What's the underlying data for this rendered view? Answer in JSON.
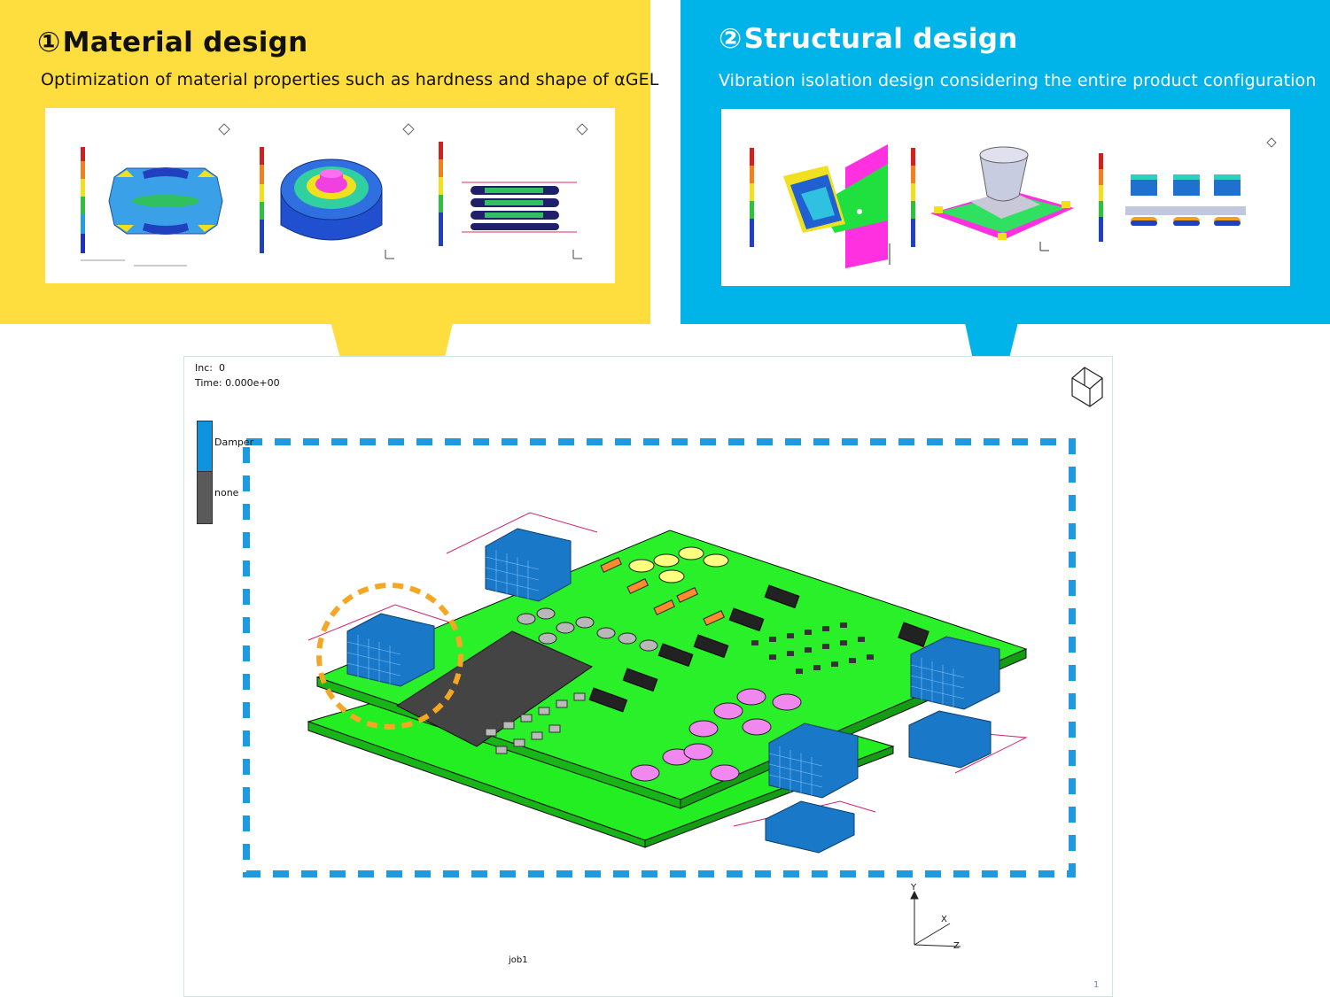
{
  "material": {
    "number": "①",
    "title": "Material design",
    "subtitle": "Optimization of material properties such as hardness and shape of αGEL",
    "color": "#FEDE3E"
  },
  "structural": {
    "number": "②",
    "title": "Structural design",
    "subtitle": "Vibration isolation design considering the entire product configuration",
    "color": "#00B3E8"
  },
  "simulation": {
    "inc_label": "Inc:",
    "inc_value": "0",
    "time_label": "Time:",
    "time_value": "0.000e+00",
    "legend": [
      {
        "label": "Damper",
        "color": "#0F93DF"
      },
      {
        "label": "none",
        "color": "#5a5a5a"
      }
    ],
    "job_label": "job1",
    "page_number": "1",
    "axes": {
      "y": "Y",
      "x": "X",
      "z": "Z"
    },
    "board_color": "#22EE22",
    "damper_color": "#1a78c8",
    "highlight_color": "#F5A623",
    "frame_color": "#1E9BE0"
  },
  "icons": [
    "triad-cube-icon",
    "coordinate-axes-icon"
  ]
}
